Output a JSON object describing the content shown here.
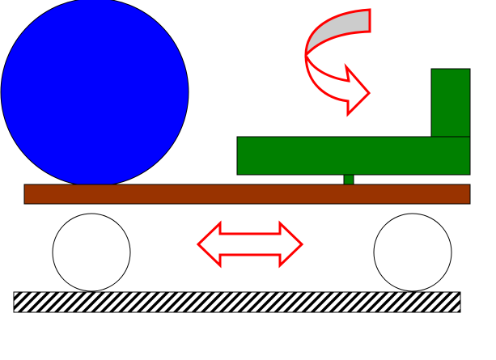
{
  "colors": {
    "ball": "#0000ff",
    "platform": "#993300",
    "arm": "#008000",
    "arrow": "#ff0000",
    "arrow_fill_top": "#cccccc",
    "wheel": "#ffffff",
    "ground_hatch": "#000000"
  },
  "icons": [
    "ball",
    "platform",
    "l-shaped-arm",
    "rotation-arrow",
    "horizontal-double-arrow",
    "wheel",
    "hatched-ground"
  ]
}
